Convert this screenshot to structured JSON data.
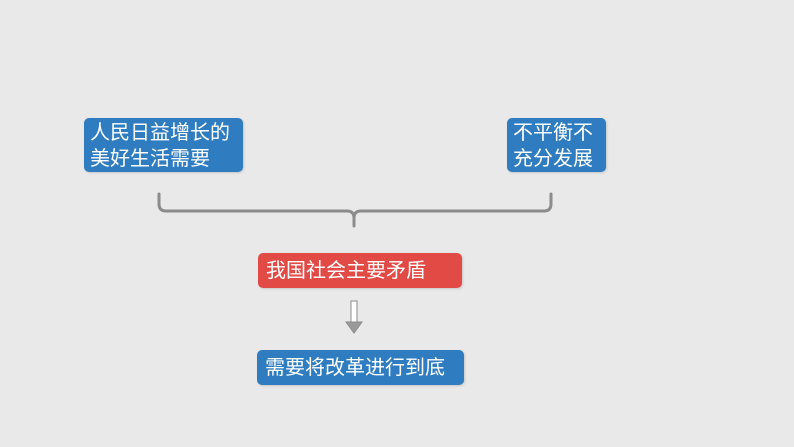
{
  "nodes": {
    "left": {
      "lines": [
        "人民日益增长的",
        "美好生活需要"
      ]
    },
    "right": {
      "lines": [
        "不平衡不",
        "充分发展"
      ]
    },
    "center": {
      "text": "我国社会主要矛盾"
    },
    "bottom": {
      "text": "需要将改革进行到底"
    }
  },
  "colors": {
    "background": "#e9e9e9",
    "blue_box": "#2f7dc0",
    "red_box": "#e14a45",
    "connector": "#8c8c8c",
    "arrow": "#9a9a9a"
  }
}
